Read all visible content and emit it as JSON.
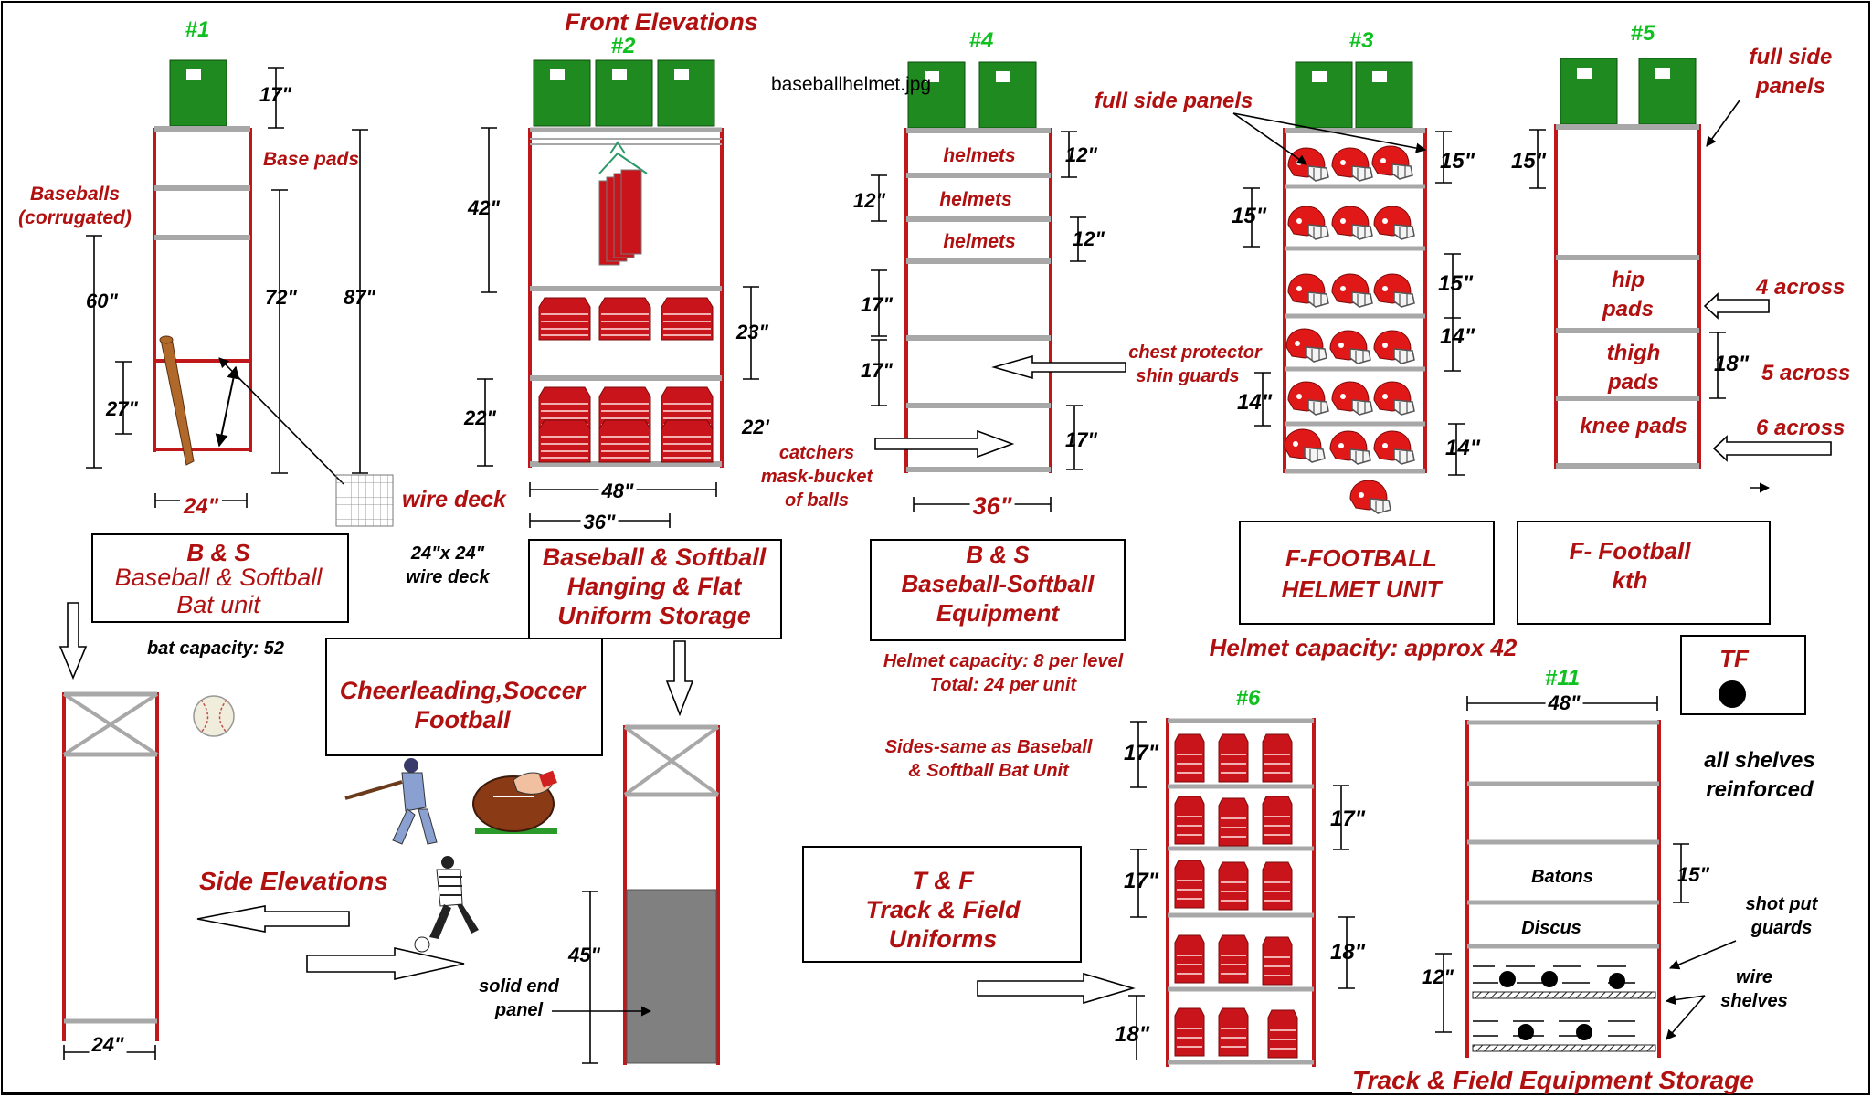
{
  "colors": {
    "post_red": "#c0181a",
    "shelf_gray": "#a8a8a8",
    "lid_green": "#1f8a1f",
    "bin_red": "#c8141a",
    "label_red": "#b01010"
  },
  "header": {
    "front_elevations": "Front Elevations",
    "side_elevations": "Side Elevations",
    "image_filename": "baseballhelmet.jpg"
  },
  "unit1": {
    "number": "#1",
    "baseballs": "Baseballs",
    "corrugated": "(corrugated)",
    "base_pads": "Base pads",
    "dim_17": "17\"",
    "dim_60": "60\"",
    "dim_72": "72\"",
    "dim_87": "87\"",
    "dim_27": "27\"",
    "dim_24": "24\"",
    "wire_deck": "wire deck",
    "wire_deck_size_1": "24\"x 24\"",
    "wire_deck_size_2": "wire deck",
    "box_line1": "B & S",
    "box_line2": "Baseball & Softball",
    "box_line3": "Bat unit",
    "bat_capacity": "bat capacity: 52"
  },
  "unit2": {
    "number": "#2",
    "dim_42": "42\"",
    "dim_23": "23\"",
    "dim_22": "22\"",
    "dim_22b": "22'",
    "dim_48": "48\"",
    "dim_36": "36\"",
    "box_line1": "Baseball & Softball",
    "box_line2": "Hanging & Flat",
    "box_line3": "Uniform Storage"
  },
  "unit4": {
    "number": "#4",
    "helmets_1": "helmets",
    "helmets_2": "helmets",
    "helmets_3": "helmets",
    "dim_12a": "12\"",
    "dim_12b": "12\"",
    "dim_12c": "12\"",
    "dim_17a": "17\"",
    "dim_17b": "17\"",
    "dim_17c": "17\"",
    "dim_36": "36\"",
    "chest_protector": "chest protector",
    "shin_guards": "shin guards",
    "catchers_1": "catchers",
    "catchers_2": "mask-bucket",
    "catchers_3": "of balls",
    "box_line1": "B & S",
    "box_line2": "Baseball-Softball",
    "box_line3": "Equipment",
    "capacity_1": "Helmet capacity: 8 per level",
    "capacity_2": "Total: 24 per unit",
    "sides_1": "Sides-same as Baseball",
    "sides_2": "& Softball Bat Unit"
  },
  "unit3": {
    "number": "#3",
    "full_side_panels": "full side panels",
    "dim_15a": "15\"",
    "dim_15b": "15\"",
    "dim_15c": "15\"",
    "dim_14a": "14\"",
    "dim_14b": "14\"",
    "dim_14c": "14\"",
    "box_line1": "F-FOOTBALL",
    "box_line2": "HELMET UNIT",
    "capacity": "Helmet capacity: approx 42"
  },
  "unit5": {
    "number": "#5",
    "full_side_1": "full side",
    "full_side_2": "panels",
    "dim_15": "15\"",
    "dim_18": "18\"",
    "hip_1": "hip",
    "hip_2": "pads",
    "thigh_1": "thigh",
    "thigh_2": "pads",
    "knee": "knee pads",
    "across_4": "4 across",
    "across_5": "5 across",
    "across_6": "6 across",
    "box_line1": "F- Football",
    "box_line2": "kth"
  },
  "cheer": {
    "line1": "Cheerleading,Soccer",
    "line2": "Football"
  },
  "side": {
    "dim_24": "24\"",
    "dim_45": "45\"",
    "solid_1": "solid end",
    "solid_2": "panel"
  },
  "unit6": {
    "number": "#6",
    "dim_17a": "17\"",
    "dim_17b": "17\"",
    "dim_17c": "17\"",
    "dim_18a": "18\"",
    "dim_18b": "18\""
  },
  "tf": {
    "line1": "T & F",
    "line2": "Track & Field",
    "line3": "Uniforms"
  },
  "unit11": {
    "number": "#11",
    "dim_48": "48\"",
    "dim_15": "15\"",
    "dim_12": "12\"",
    "batons": "Batons",
    "discus": "Discus",
    "shotput_1": "shot put",
    "shotput_2": "guards",
    "wire_1": "wire",
    "wire_2": "shelves",
    "all_shelves_1": "all shelves",
    "all_shelves_2": "reinforced",
    "legend": "TF",
    "footer": "Track & Field Equipment Storage"
  }
}
